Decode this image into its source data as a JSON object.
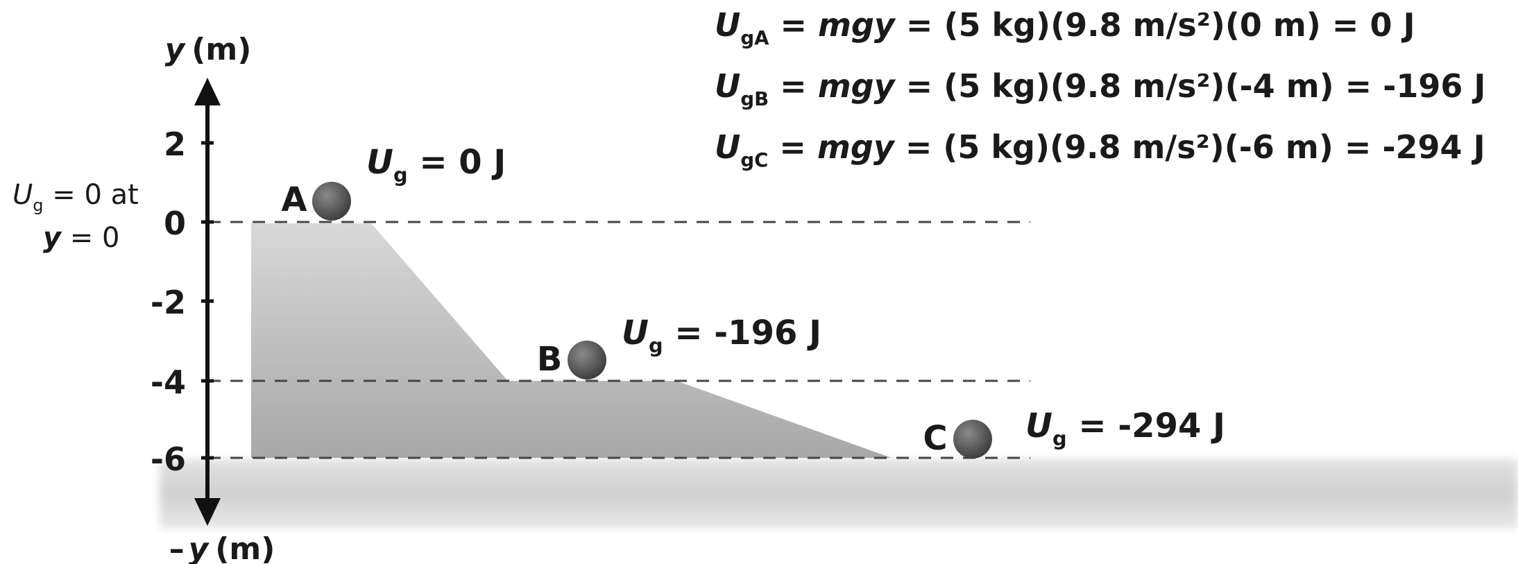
{
  "axis": {
    "top_label_var": "y",
    "top_label_unit": "(m)",
    "bottom_label_prefix": "–",
    "bottom_label_var": "y",
    "bottom_label_unit": "(m)",
    "ticks": [
      "2",
      "0",
      "-2",
      "-4",
      "-6"
    ]
  },
  "reference_note": {
    "line1_var": "U",
    "line1_sub": "g",
    "line1_rest": " = 0 at",
    "line2_var": "y",
    "line2_rest": " = 0"
  },
  "points": [
    {
      "label": "A",
      "ug_var": "U",
      "ug_sub": "g",
      "ug_text": " = 0 J"
    },
    {
      "label": "B",
      "ug_var": "U",
      "ug_sub": "g",
      "ug_text": " = -196 J"
    },
    {
      "label": "C",
      "ug_var": "U",
      "ug_sub": "g",
      "ug_text": " = -294 J"
    }
  ],
  "equations": [
    {
      "var": "U",
      "sub": "gA",
      "eq1": " = ",
      "mgy": "mgy",
      "rest": " = (5 kg)(9.8 m/s²)(0 m) = 0 J"
    },
    {
      "var": "U",
      "sub": "gB",
      "eq1": " = ",
      "mgy": "mgy",
      "rest": " = (5 kg)(9.8 m/s²)(-4 m) = -196 J"
    },
    {
      "var": "U",
      "sub": "gC",
      "eq1": " = ",
      "mgy": "mgy",
      "rest": " = (5 kg)(9.8 m/s²)(-6 m) = -294 J"
    }
  ],
  "colors": {
    "ground": "#d9d9d9",
    "ramp_light": "#d6d6d6",
    "ramp_dark": "#a9a9a9",
    "ball": "#4a4a4a",
    "axis": "#111111",
    "dashed": "#444444"
  }
}
